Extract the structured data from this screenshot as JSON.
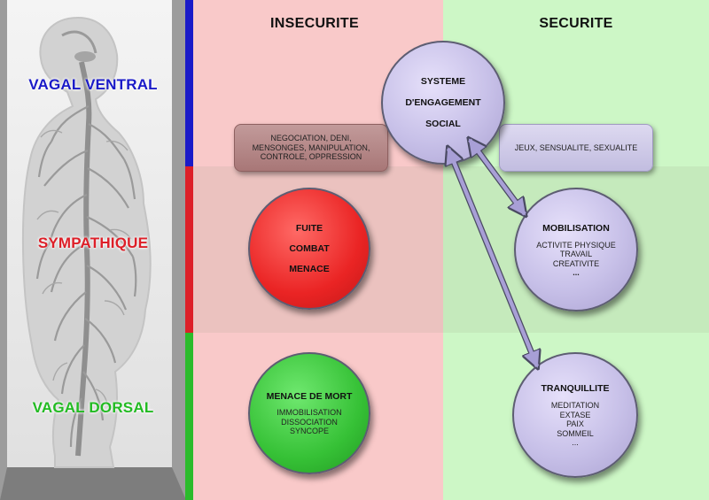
{
  "columns": {
    "insecurity": "INSECURITE",
    "security": "SECURITE"
  },
  "levels": {
    "ventral": {
      "label": "VAGAL VENTRAL",
      "color": "#1a1ac8"
    },
    "sympathetic": {
      "label": "SYMPATHIQUE",
      "color": "#dd1f28"
    },
    "dorsal": {
      "label": "VAGAL DORSAL",
      "color": "#22bb22"
    }
  },
  "social": {
    "lines": [
      "SYSTEME",
      "D'ENGAGEMENT",
      "SOCIAL"
    ]
  },
  "boxes": {
    "negociation": {
      "lines": [
        "NEGOCIATION, DENI,",
        "MENSONGES, MANIPULATION,",
        "CONTROLE, OPPRESSION"
      ]
    },
    "jeux": {
      "text": "JEUX, SENSUALITE, SEXUALITE"
    }
  },
  "fight": {
    "lines": [
      "FUITE",
      "COMBAT",
      "MENACE"
    ]
  },
  "mobilisation": {
    "title": "MOBILISATION",
    "items": [
      "ACTIVITE PHYSIQUE",
      "TRAVAIL",
      "CREATIVITE",
      "..."
    ]
  },
  "death": {
    "title": "MENACE DE MORT",
    "items": [
      "IMMOBILISATION",
      "DISSOCIATION",
      "SYNCOPE"
    ]
  },
  "tranquility": {
    "title": "TRANQUILLITE",
    "items": [
      "MEDITATION",
      "EXTASE",
      "PAIX",
      "SOMMEIL",
      "..."
    ]
  },
  "icons": {
    "body": "human-nervous-system-figure",
    "arrow": "double-headed-arrow"
  },
  "colors": {
    "insecurity_bg": "#f9c9c9",
    "security_bg": "#cdf7c6",
    "circle_purple": "#c7c0e8",
    "circle_red": "#ea2424",
    "circle_green": "#36c136"
  }
}
